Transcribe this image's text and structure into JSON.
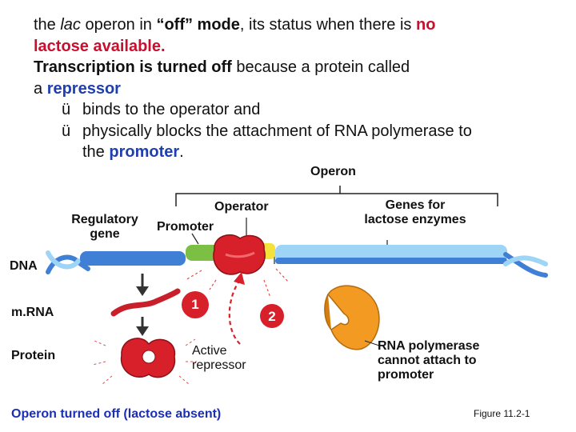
{
  "slide": {
    "line1": {
      "part1": "the ",
      "lac": "lac",
      "part2": " operon in ",
      "off_mode": "“off” mode",
      "part3": ", its status when there is ",
      "no": "no"
    },
    "line2": {
      "lactose_available": "lactose available."
    },
    "line3": {
      "transcription_off": "Transcription is turned off",
      "rest": " because a protein called"
    },
    "line4": {
      "a": "a ",
      "repressor": "repressor"
    },
    "bullets": [
      {
        "check": "ü",
        "text": "binds to the operator and"
      },
      {
        "check": "ü",
        "text": "physically blocks the attachment of RNA polymerase to"
      }
    ],
    "line7": {
      "the": "the ",
      "promoter": "promoter",
      "period": "."
    }
  },
  "diagram": {
    "labels": {
      "operon": "Operon",
      "operator": "Operator",
      "genes_line1": "Genes for",
      "genes_line2": "lactose enzymes",
      "regulatory_line1": "Regulatory",
      "regulatory_line2": "gene",
      "promoter": "Promoter",
      "dna": "DNA",
      "mrna": "m.RNA",
      "protein": "Protein",
      "step1": "1",
      "step2": "2",
      "active_line1": "Active",
      "active_line2": "repressor",
      "rnapol_line1": "RNA polymerase",
      "rnapol_line2": "cannot attach to",
      "rnapol_line3": "promoter"
    },
    "colors": {
      "dna_blue": "#3f7fd6",
      "dna_light": "#9ed4f5",
      "promoter_green": "#7bbf45",
      "operator_yellow": "#f2e23a",
      "repressor_red": "#d8202a",
      "rna_polymerase_orange": "#f29a22"
    }
  },
  "caption": "Operon turned off (lactose absent)",
  "figure": "Figure 11.2-1"
}
